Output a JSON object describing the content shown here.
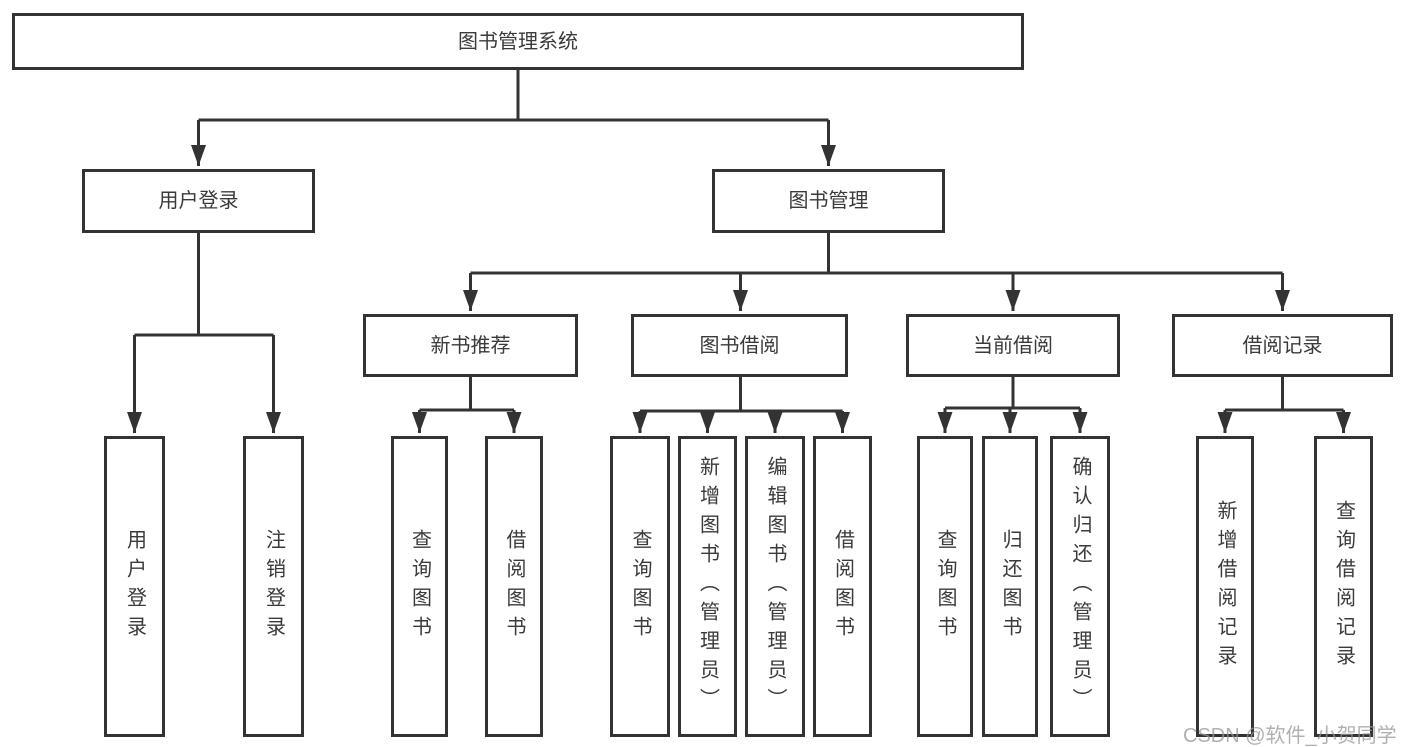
{
  "diagram": {
    "tree": {
      "label": "图书管理系统",
      "children": [
        {
          "label": "用户登录",
          "children": [
            {
              "label": "用户登录"
            },
            {
              "label": "注销登录"
            }
          ]
        },
        {
          "label": "图书管理",
          "children": [
            {
              "label": "新书推荐",
              "children": [
                {
                  "label": "查询图书"
                },
                {
                  "label": "借阅图书"
                }
              ]
            },
            {
              "label": "图书借阅",
              "children": [
                {
                  "label": "查询图书"
                },
                {
                  "label": "新增图书（管理员）"
                },
                {
                  "label": "编辑图书（管理员）"
                },
                {
                  "label": "借阅图书"
                }
              ]
            },
            {
              "label": "当前借阅",
              "children": [
                {
                  "label": "查询图书"
                },
                {
                  "label": "归还图书"
                },
                {
                  "label": "确认归还（管理员）"
                }
              ]
            },
            {
              "label": "借阅记录",
              "children": [
                {
                  "label": "新增借阅记录"
                },
                {
                  "label": "查询借阅记录"
                }
              ]
            }
          ]
        }
      ]
    },
    "watermark": {
      "text": "CSDN @软件_小贺同学"
    },
    "colors": {
      "line": "#333333",
      "text": "#3a3a3a",
      "background": "#ffffff",
      "watermark": "#b9b9b9"
    }
  }
}
